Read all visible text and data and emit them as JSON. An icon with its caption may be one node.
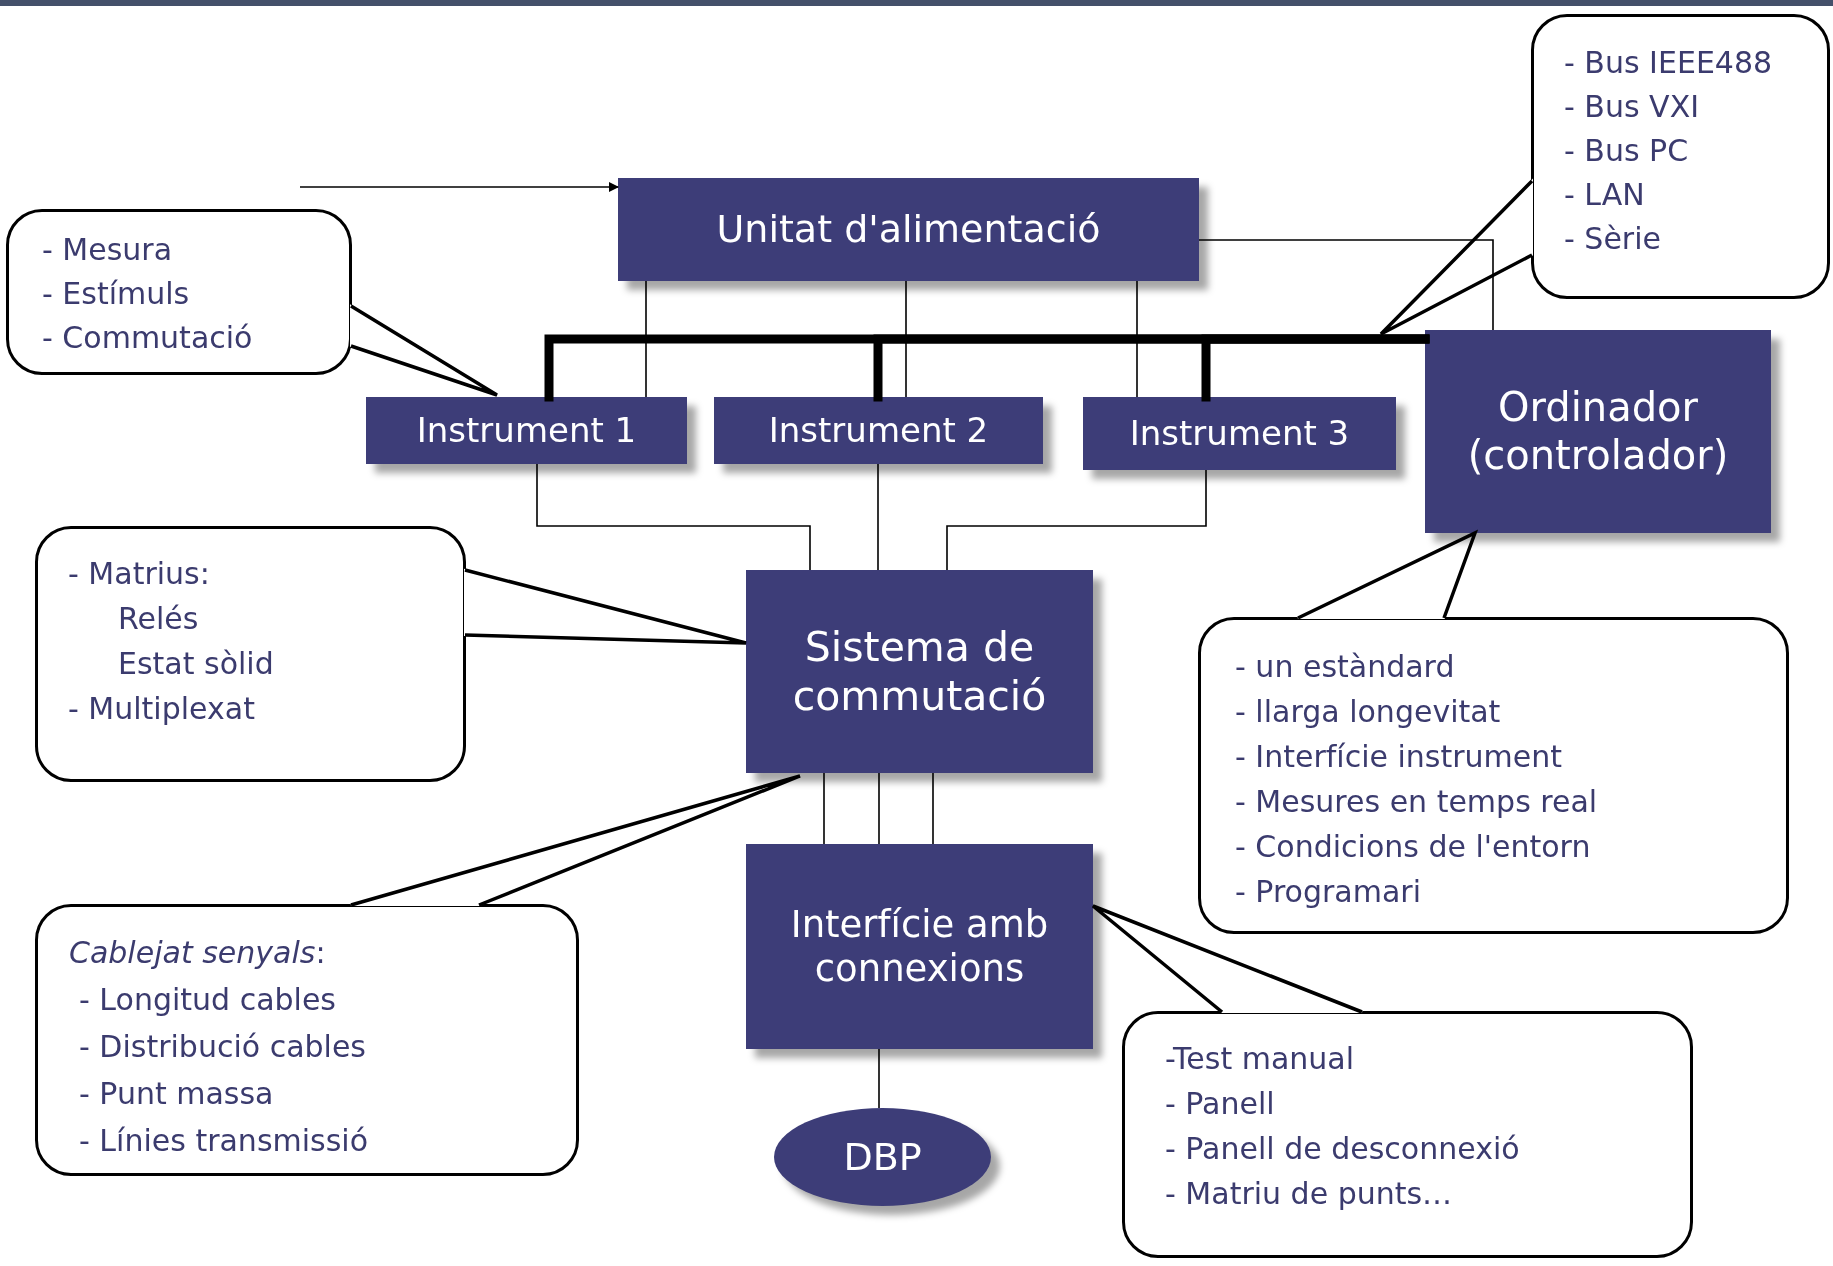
{
  "diagram": {
    "nodes": [
      {
        "text": [
          "Unitat d'alimentació"
        ]
      },
      {
        "text": [
          "Instrument 1"
        ]
      },
      {
        "text": [
          "Instrument 2"
        ]
      },
      {
        "text": [
          "Instrument 3"
        ]
      },
      {
        "text": [
          "Ordinador (controlador)"
        ]
      },
      {
        "text": [
          "Sistema de commutació"
        ]
      },
      {
        "text": [
          "Interfície amb connexions"
        ]
      },
      {
        "text": [
          "DBP"
        ]
      },
      {
        "text": [
          "- Mesura",
          "- Estímuls",
          "- Commutació"
        ]
      },
      {
        "text": [
          "- Bus IEEE488",
          "- Bus VXI",
          "- Bus PC",
          "- LAN",
          "- Sèrie"
        ]
      },
      {
        "text": [
          "- Matrius:",
          "Relés",
          "Estat sòlid",
          "- Multiplexat"
        ]
      },
      {
        "text": [
          "*Cablejat senyals*:",
          "- Longitud cables",
          "- Distribució cables",
          "- Punt massa",
          "- Línies transmissió"
        ]
      },
      {
        "text": [
          "- un estàndard",
          "- llarga longevitat",
          "- Interfície instrument",
          "- Mesures en temps real",
          "- Condicions de l'entorn",
          "- Programari"
        ]
      },
      {
        "text": [
          "-Test manual",
          "- Panell",
          "- Panell de desconnexió",
          "- Matriu de punts…"
        ]
      }
    ],
    "edges": [
      {
        "from": null,
        "to": 0,
        "arrow": "to"
      },
      {
        "from": 0,
        "to": 1,
        "arrow": "none"
      },
      {
        "from": 0,
        "to": 2,
        "arrow": "none"
      },
      {
        "from": 0,
        "to": 3,
        "arrow": "none"
      },
      {
        "from": 0,
        "to": 4,
        "arrow": "none"
      },
      {
        "from": 4,
        "to": 1,
        "arrow": "none",
        "style": "thick"
      },
      {
        "from": 4,
        "to": 2,
        "arrow": "none",
        "style": "thick"
      },
      {
        "from": 4,
        "to": 3,
        "arrow": "none",
        "style": "thick"
      },
      {
        "from": 1,
        "to": 5,
        "arrow": "none"
      },
      {
        "from": 2,
        "to": 5,
        "arrow": "none"
      },
      {
        "from": 3,
        "to": 5,
        "arrow": "none"
      },
      {
        "from": 5,
        "to": 6,
        "arrow": "none"
      },
      {
        "from": 5,
        "to": 6,
        "arrow": "none"
      },
      {
        "from": 5,
        "to": 6,
        "arrow": "none"
      },
      {
        "from": 6,
        "to": 7,
        "arrow": "none"
      },
      {
        "from": 8,
        "to": 1,
        "arrow": "none"
      },
      {
        "from": 9,
        "to": null,
        "arrow": "none"
      },
      {
        "from": 10,
        "to": 5,
        "arrow": "none"
      },
      {
        "from": 11,
        "to": 5,
        "arrow": "none"
      },
      {
        "from": 12,
        "to": 4,
        "arrow": "none"
      },
      {
        "from": 13,
        "to": 6,
        "arrow": "none"
      }
    ]
  }
}
